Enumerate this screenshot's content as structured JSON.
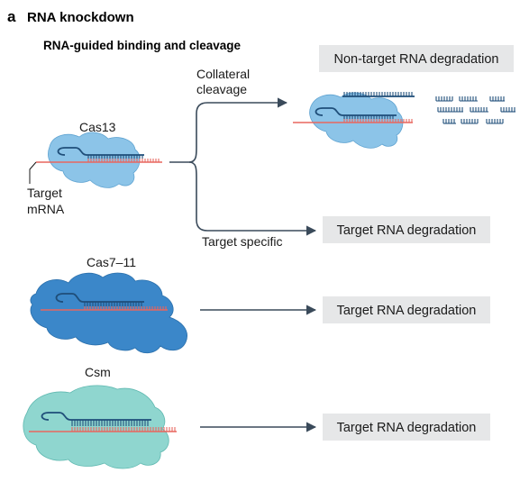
{
  "panel": {
    "letter": "a",
    "title": "RNA knockdown"
  },
  "subtitle": "RNA-guided binding and cleavage",
  "rows": [
    {
      "protein": "Cas13",
      "color": "#8cc4e8"
    },
    {
      "protein": "Cas7–11",
      "color": "#3b87c9"
    },
    {
      "protein": "Csm",
      "color": "#8fd6cf"
    }
  ],
  "labels": {
    "target_mrna_line1": "Target",
    "target_mrna_line2": "mRNA",
    "collateral_line1": "Collateral",
    "collateral_line2": "cleavage",
    "target_specific": "Target specific"
  },
  "outcomes": {
    "non_target": "Non-target RNA degradation",
    "target_cas13": "Target RNA degradation",
    "target_cas711": "Target RNA degradation",
    "target_csm": "Target RNA degradation"
  },
  "colors": {
    "target_rna": "#e8665f",
    "guide_rna": "#1f4e79",
    "arrow": "#3a4a5a",
    "outcome_box": "#e6e7e8"
  }
}
